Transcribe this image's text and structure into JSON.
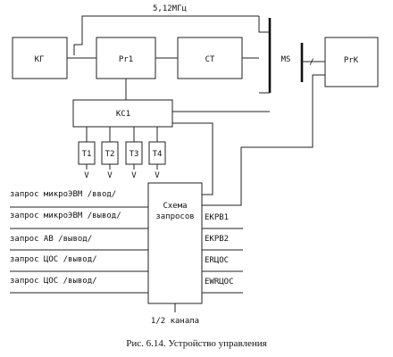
{
  "freq_label": "5,12МГц",
  "blocks": {
    "kg": "КГ",
    "pr1": "Pr1",
    "ct": "CT",
    "ms": "MS",
    "slash": "/",
    "prk": "PrK",
    "kc1": "KC1"
  },
  "timers": [
    "T1",
    "T2",
    "T3",
    "T4"
  ],
  "timer_out": "V",
  "scheme": {
    "title_line1": "Схема",
    "title_line2": "запросов"
  },
  "inputs": [
    "запрос микроЭВМ /ввод/",
    "запрос микроЭВМ /вывод/",
    "запрос АВ /вывод/",
    "запрос ЦОС /вывод/",
    "запрос ЦОС /вывод/"
  ],
  "outputs": [
    "EKPB1",
    "EKPB2",
    "ERЦОС",
    "EWRЦОС"
  ],
  "bottom_label": "1/2 канала",
  "caption": "Рис. 6.14. Устройство управления"
}
